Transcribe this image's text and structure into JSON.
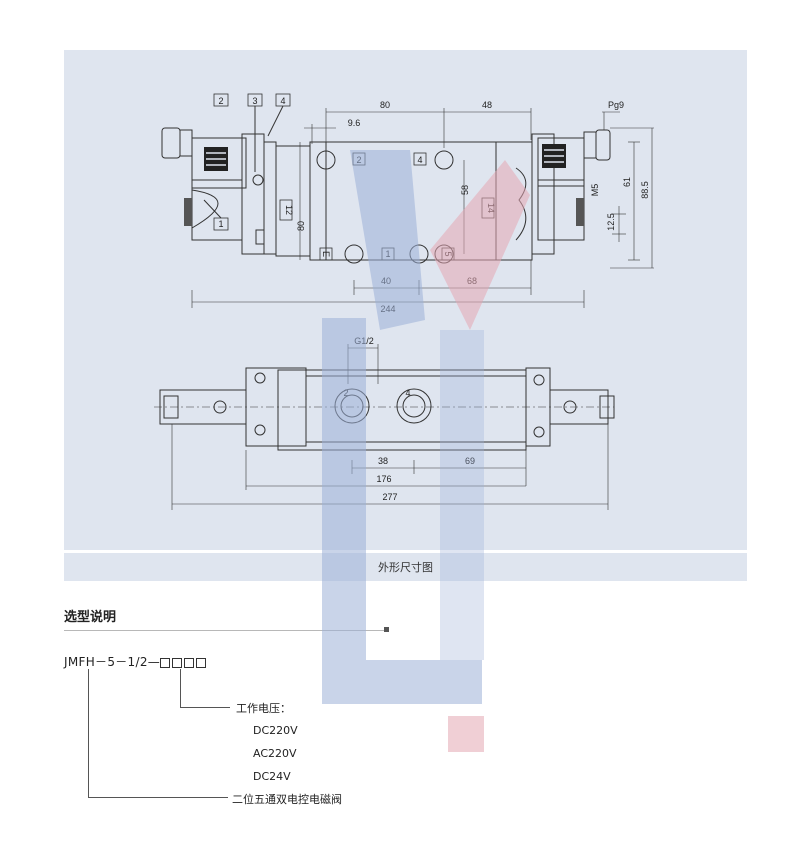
{
  "drawing": {
    "caption": "外形尺寸图",
    "top_view": {
      "callouts": [
        "2",
        "3",
        "4"
      ],
      "port_labels": [
        "2",
        "4",
        "12",
        "14",
        "E",
        "1",
        "5",
        "1"
      ],
      "dimensions": [
        "80",
        "48",
        "9.6",
        "58",
        "80",
        "40",
        "68",
        "244",
        "Pg9",
        "M5",
        "61",
        "88.5",
        "12.5"
      ]
    },
    "front_view": {
      "thread_label": "G1/2",
      "port_labels": [
        "2",
        "4"
      ],
      "dimensions": [
        "38",
        "69",
        "176",
        "277"
      ]
    }
  },
  "selection": {
    "title": "选型说明",
    "model_prefix": "JMFH－5－1/2—",
    "voltage_label": "工作电压：",
    "voltages": [
      "DC220V",
      "AC220V",
      "DC24V"
    ],
    "description": "二位五通双电控电磁阀"
  },
  "colors": {
    "panel": "#dfe5ef",
    "watermark_blue": "#9db1d8",
    "watermark_red": "#e5a8b4"
  }
}
